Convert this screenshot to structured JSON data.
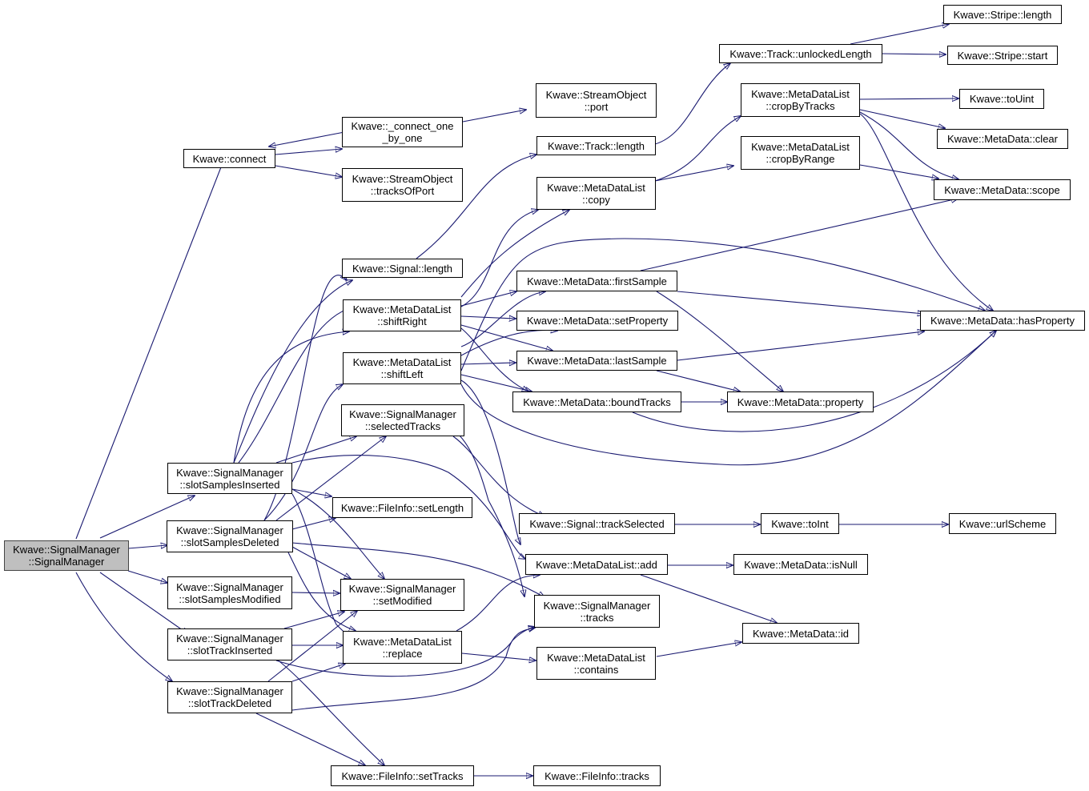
{
  "graph": {
    "nodes": {
      "ctor": [
        "Kwave::SignalManager",
        "::SignalManager"
      ],
      "connect": [
        "Kwave::connect"
      ],
      "c121": [
        "Kwave::_connect_one",
        "_by_one"
      ],
      "port": [
        "Kwave::StreamObject",
        "::port"
      ],
      "tracksOfPort": [
        "Kwave::StreamObject",
        "::tracksOfPort"
      ],
      "trackLength": [
        "Kwave::Track::length"
      ],
      "unlockedLength": [
        "Kwave::Track::unlockedLength"
      ],
      "stripeLength": [
        "Kwave::Stripe::length"
      ],
      "stripeStart": [
        "Kwave::Stripe::start"
      ],
      "cropByTracks": [
        "Kwave::MetaDataList",
        "::cropByTracks"
      ],
      "toUint": [
        "Kwave::toUint"
      ],
      "mdClear": [
        "Kwave::MetaData::clear"
      ],
      "cropByRange": [
        "Kwave::MetaDataList",
        "::cropByRange"
      ],
      "mdScope": [
        "Kwave::MetaData::scope"
      ],
      "mdlCopy": [
        "Kwave::MetaDataList",
        "::copy"
      ],
      "signalLength": [
        "Kwave::Signal::length"
      ],
      "firstSample": [
        "Kwave::MetaData::firstSample"
      ],
      "shiftRight": [
        "Kwave::MetaDataList",
        "::shiftRight"
      ],
      "setProperty": [
        "Kwave::MetaData::setProperty"
      ],
      "hasProperty": [
        "Kwave::MetaData::hasProperty"
      ],
      "lastSample": [
        "Kwave::MetaData::lastSample"
      ],
      "shiftLeft": [
        "Kwave::MetaDataList",
        "::shiftLeft"
      ],
      "boundTracks": [
        "Kwave::MetaData::boundTracks"
      ],
      "mdProperty": [
        "Kwave::MetaData::property"
      ],
      "selectedTracks": [
        "Kwave::SignalManager",
        "::selectedTracks"
      ],
      "slotSamplesInserted": [
        "Kwave::SignalManager",
        "::slotSamplesInserted"
      ],
      "setLength": [
        "Kwave::FileInfo::setLength"
      ],
      "trackSelected": [
        "Kwave::Signal::trackSelected"
      ],
      "toInt": [
        "Kwave::toInt"
      ],
      "urlScheme": [
        "Kwave::urlScheme"
      ],
      "slotSamplesDeleted": [
        "Kwave::SignalManager",
        "::slotSamplesDeleted"
      ],
      "mdlAdd": [
        "Kwave::MetaDataList::add"
      ],
      "isNull": [
        "Kwave::MetaData::isNull"
      ],
      "slotSamplesModified": [
        "Kwave::SignalManager",
        "::slotSamplesModified"
      ],
      "setModified": [
        "Kwave::SignalManager",
        "::setModified"
      ],
      "smTracks": [
        "Kwave::SignalManager",
        "::tracks"
      ],
      "mdId": [
        "Kwave::MetaData::id"
      ],
      "slotTrackInserted": [
        "Kwave::SignalManager",
        "::slotTrackInserted"
      ],
      "replace": [
        "Kwave::MetaDataList",
        "::replace"
      ],
      "contains": [
        "Kwave::MetaDataList",
        "::contains"
      ],
      "slotTrackDeleted": [
        "Kwave::SignalManager",
        "::slotTrackDeleted"
      ],
      "setTracks": [
        "Kwave::FileInfo::setTracks"
      ],
      "fiTracks": [
        "Kwave::FileInfo::tracks"
      ]
    },
    "edge_color": "#191970",
    "root_fill": "#bfbfbf"
  }
}
